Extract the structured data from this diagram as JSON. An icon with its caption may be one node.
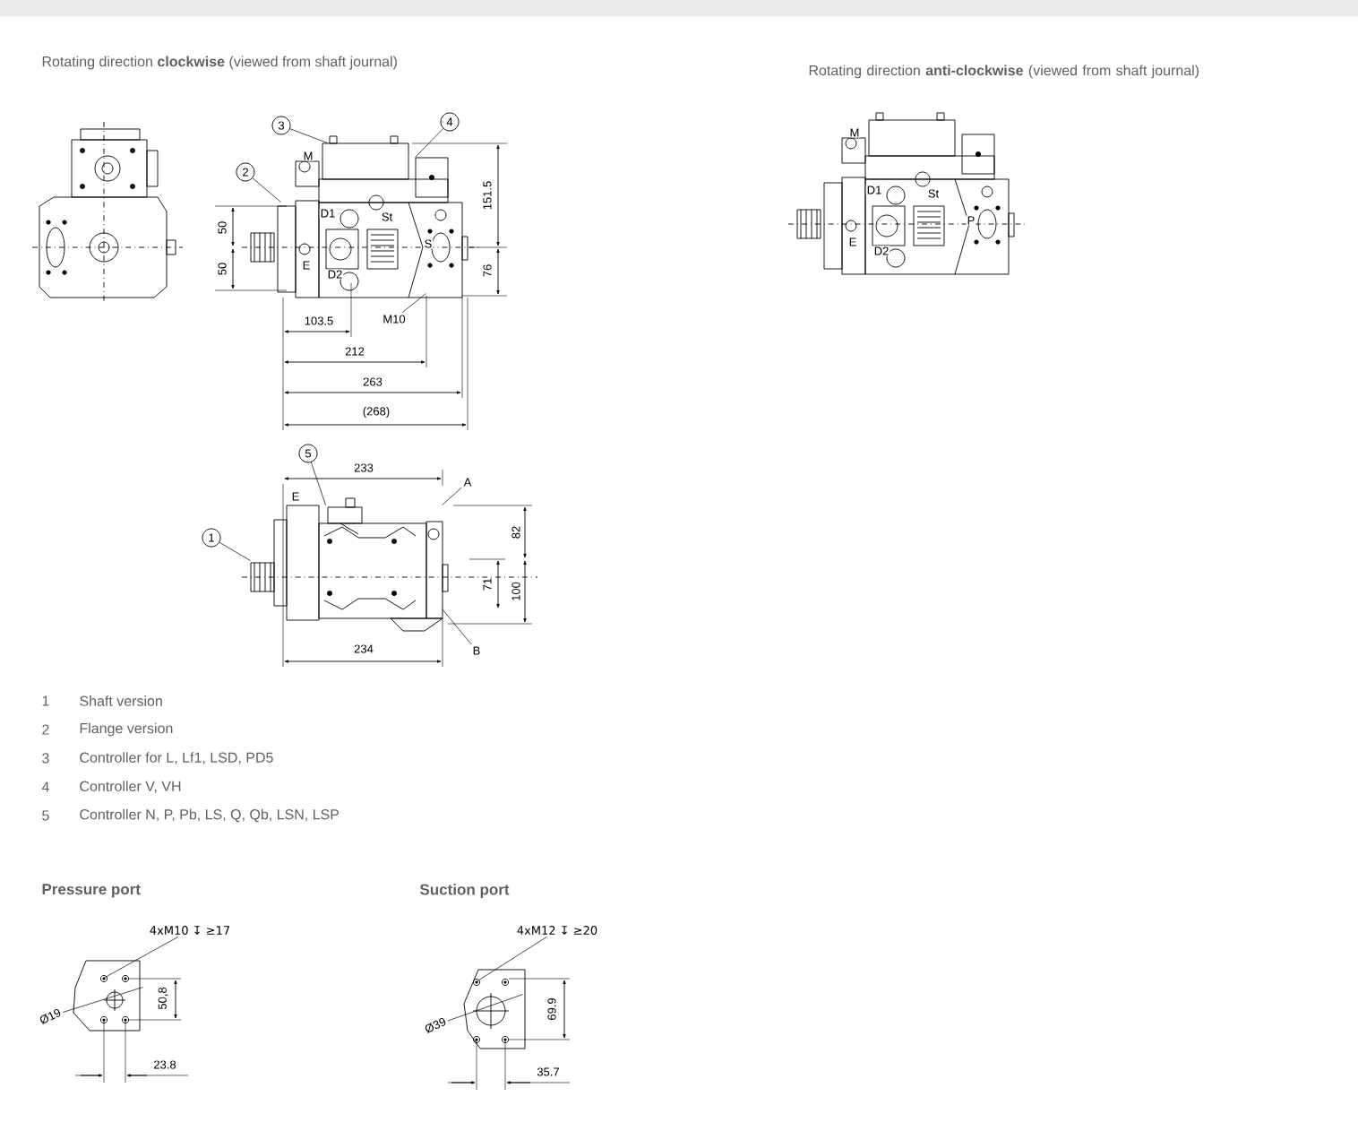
{
  "diagram": {
    "nodes": [
      {
        "text": [
          "3"
        ]
      },
      {
        "text": [
          "4"
        ]
      },
      {
        "text": [
          "2"
        ]
      },
      {
        "text": [
          "M10"
        ]
      },
      {
        "text": [
          "5"
        ]
      },
      {
        "text": [
          "A"
        ]
      },
      {
        "text": [
          "1"
        ]
      },
      {
        "text": [
          "B"
        ]
      },
      {
        "text": [
          "4xM10 ↧ ≥17"
        ]
      },
      {
        "text": [
          "Ø19"
        ]
      },
      {
        "text": [
          "4xM12 ↧ ≥20"
        ]
      },
      {
        "text": [
          "Ø39"
        ]
      },
      {
        "text": [],
        "shape": "picture"
      },
      {
        "text": [],
        "shape": "picture"
      },
      {
        "text": [],
        "shape": "picture"
      },
      {
        "text": [],
        "shape": "picture"
      }
    ],
    "edges": [
      {
        "from": 0,
        "to": 12,
        "arrow": "none"
      },
      {
        "from": 1,
        "to": 12,
        "arrow": "none"
      },
      {
        "from": 2,
        "to": 12,
        "arrow": "none"
      },
      {
        "from": 3,
        "to": 12,
        "arrow": "none"
      },
      {
        "from": 4,
        "to": 13,
        "arrow": "none"
      },
      {
        "from": 5,
        "to": 13,
        "arrow": "none"
      },
      {
        "from": 6,
        "to": 13,
        "arrow": "none"
      },
      {
        "from": 7,
        "to": 13,
        "arrow": "none"
      },
      {
        "from": 8,
        "to": 14,
        "arrow": "none"
      },
      {
        "from": 9,
        "to": 14,
        "arrow": "none"
      },
      {
        "from": 10,
        "to": 15,
        "arrow": "none"
      },
      {
        "from": 11,
        "to": 15,
        "arrow": "none"
      }
    ],
    "labels": [
      "Rotating direction **clockwise** (viewed from shaft journal)",
      "Rotating direction **anti-clockwise** (viewed from shaft journal)",
      "M",
      "D1",
      "St",
      "50",
      "50",
      "151.5",
      "E",
      "S",
      "D2",
      "76",
      "103.5",
      "212",
      "263",
      "(268)",
      "M",
      "D1",
      "St",
      "P",
      "E",
      "D2",
      "233",
      "E",
      "82",
      "71",
      "100",
      "234",
      "1",
      "Shaft version",
      "2",
      "Flange version",
      "3",
      "Controller for L, Lf1, LSD, PD5",
      "4",
      "Controller V, VH",
      "5",
      "Controller N, P, Pb, LS, Q, Qb, LSN, LSP",
      "Pressure port",
      "Suction port",
      "50,8",
      "23.8",
      "69.9",
      "35.7"
    ]
  }
}
